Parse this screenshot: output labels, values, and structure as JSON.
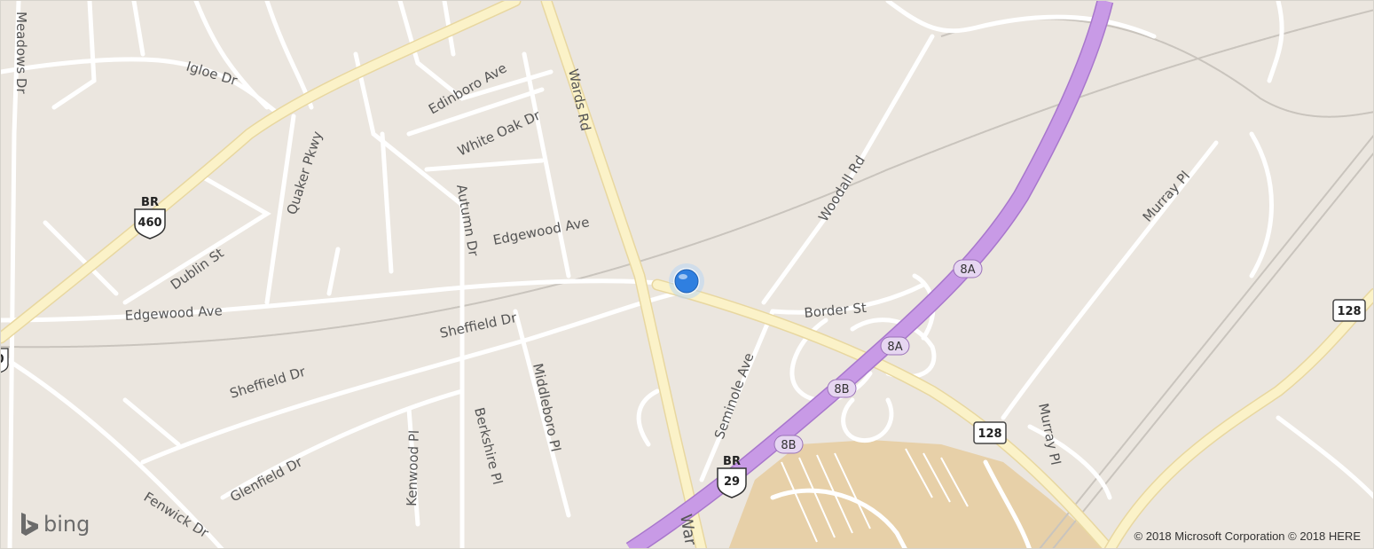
{
  "map": {
    "provider_logo": "bing",
    "copyright": "© 2018 Microsoft Corporation © 2018 HERE",
    "colors": {
      "background": "#ebe6df",
      "minor_road": "#ffffff",
      "arterial": "#fbf2c8",
      "arterial_edge": "#e8d7a0",
      "highway": "#c89ae6",
      "highway_edge": "#a877cc",
      "railway": "#c9c4bd",
      "commercial": "#e7d0a8",
      "location_marker": "#2f7fe0"
    },
    "location_marker": {
      "icon": "blue-dot-location-icon"
    },
    "street_labels": [
      "Meadows Dr",
      "Igloe Dr",
      "Quaker Pkwy",
      "Edinboro Ave",
      "White Oak Dr",
      "Wards Rd",
      "Autumn Dr",
      "Edgewood Ave",
      "Edgewood Ave",
      "Dublin St",
      "Sheffield Dr",
      "Sheffield Dr",
      "Middleboro Pl",
      "Berkshire Pl",
      "Kenwood Pl",
      "Glenfield Dr",
      "Fenwick Dr",
      "Woodall Rd",
      "Border St",
      "Seminole Ave",
      "Murray Pl",
      "Murray Pl",
      "War"
    ],
    "route_shields": [
      {
        "top": "BR",
        "number": "460"
      },
      {
        "top": "BR",
        "number": "29"
      }
    ],
    "state_routes": [
      "128",
      "128"
    ],
    "exit_labels": [
      "8A",
      "8A",
      "8B",
      "8B"
    ],
    "edge_partial_label": "0"
  }
}
